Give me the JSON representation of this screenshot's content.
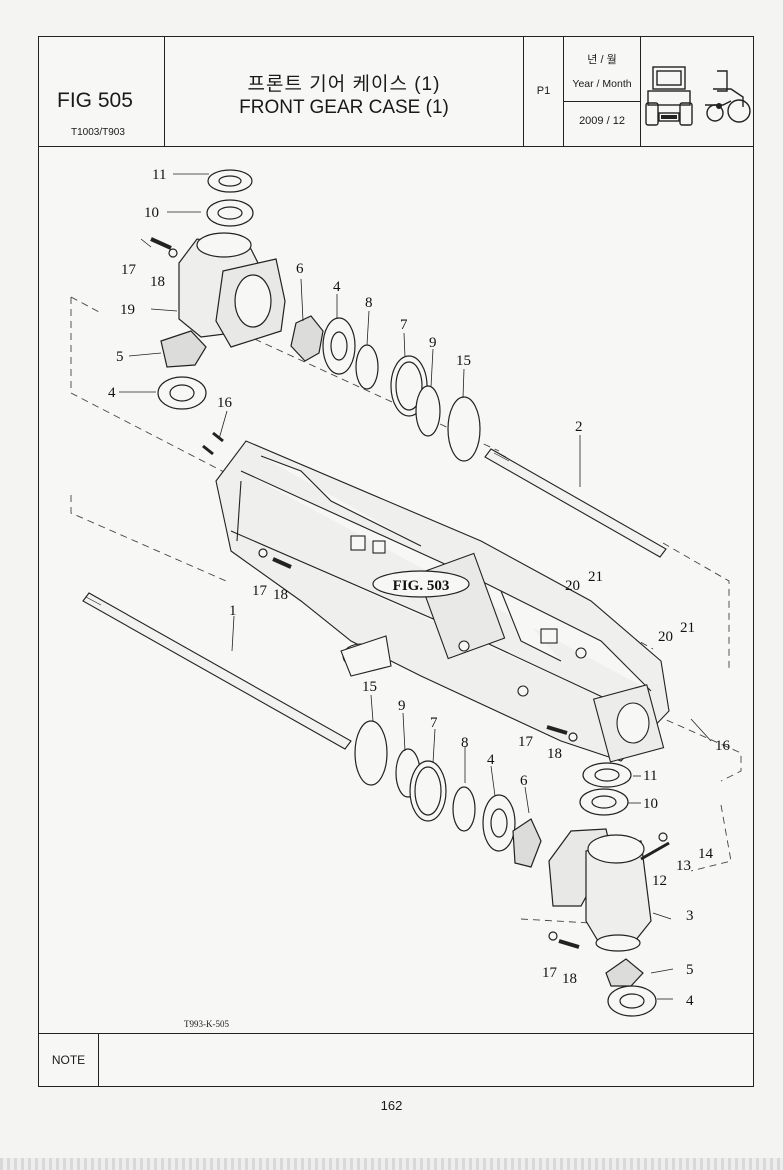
{
  "header": {
    "fig_number": "FIG 505",
    "models": "T1003/T903",
    "title_korean": "프론트 기어 케이스 (1)",
    "title_english": "FRONT GEAR CASE (1)",
    "page_code": "P1",
    "year_month_korean": "년 / 월",
    "year_month_english": "Year / Month",
    "date": "2009 / 12"
  },
  "diagram": {
    "reference_callout": "FIG. 503",
    "drawing_code": "T993-K-505",
    "part_labels": [
      "11",
      "10",
      "17",
      "18",
      "19",
      "6",
      "4",
      "8",
      "7",
      "9",
      "15",
      "5",
      "4",
      "16",
      "2",
      "17",
      "18",
      "1",
      "20",
      "21",
      "20",
      "21",
      "15",
      "9",
      "7",
      "8",
      "4",
      "6",
      "17",
      "18",
      "16",
      "11",
      "10",
      "14",
      "13",
      "12",
      "3",
      "17",
      "18",
      "5",
      "4"
    ]
  },
  "note": {
    "label": "NOTE"
  },
  "footer": {
    "page_number": "162"
  }
}
